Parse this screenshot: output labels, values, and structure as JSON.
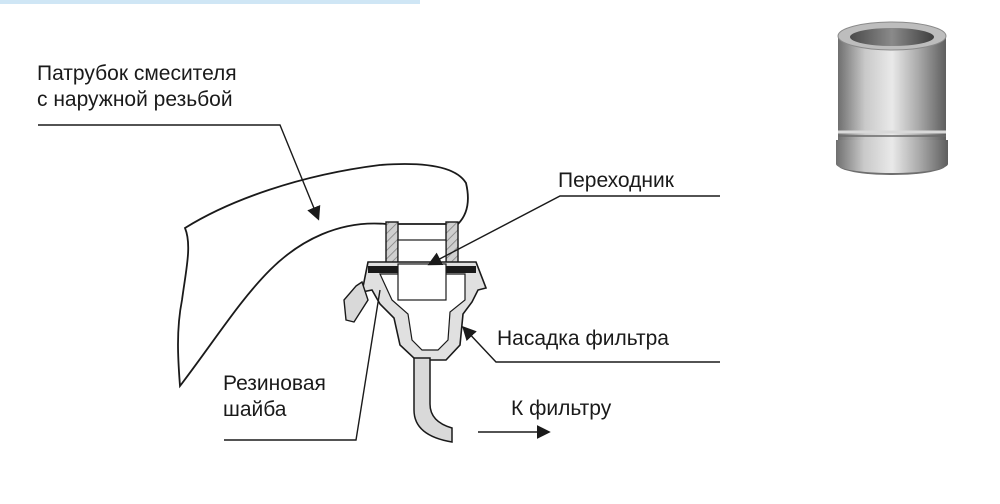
{
  "labels": {
    "spout": [
      "Патрубок смесителя",
      "с наружной резьбой"
    ],
    "adapter": "Переходник",
    "nozzle": "Насадка фильтра",
    "washer": [
      "Резиновая",
      "шайба"
    ],
    "to_filter": "К фильтру"
  },
  "colors": {
    "line": "#1a1a1a",
    "fill_gray": "#d9d9d9",
    "hatch": "#8a8a8a",
    "metal": "#9a9a9a"
  }
}
